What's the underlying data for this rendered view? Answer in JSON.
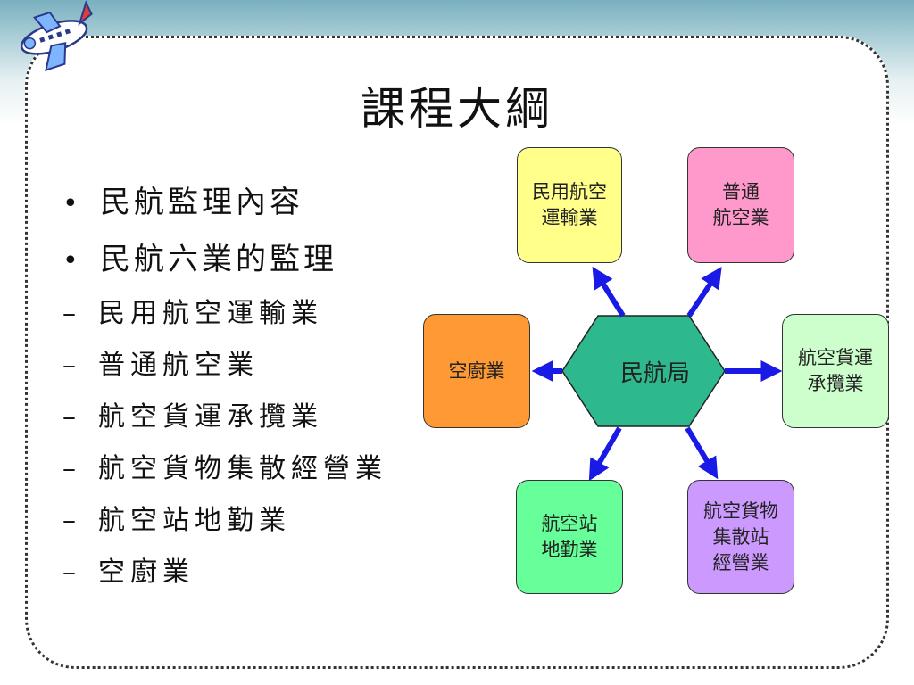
{
  "slide": {
    "title": "課程大綱",
    "bullets": [
      {
        "text": "民航監理內容"
      },
      {
        "text": "民航六業的監理"
      }
    ],
    "sub_bullets": [
      {
        "text": "民用航空運輸業"
      },
      {
        "text": "普通航空業"
      },
      {
        "text": "航空貨運承攬業"
      },
      {
        "text": "航空貨物集散經營業"
      },
      {
        "text": "航空站地勤業"
      },
      {
        "text": "空廚業"
      }
    ],
    "bullet_symbol": "•",
    "dash_symbol": "–"
  },
  "diagram": {
    "center": {
      "label": "民航局",
      "color": "#2db88e"
    },
    "arrow_color": "#1a1ae6",
    "nodes": [
      {
        "id": "civil-air-transport",
        "label": "民用航空\n運輸業",
        "color": "#ffff8a"
      },
      {
        "id": "general-aviation",
        "label": "普通\n航空業",
        "color": "#ff99cc"
      },
      {
        "id": "air-freight-forwarding",
        "label": "航空貨運\n承攬業",
        "color": "#ccffcc"
      },
      {
        "id": "air-cargo-terminal",
        "label": "航空貨物\n集散站\n經營業",
        "color": "#cc99ff"
      },
      {
        "id": "ground-handling",
        "label": "航空站\n地勤業",
        "color": "#66ff99"
      },
      {
        "id": "catering",
        "label": "空廚業",
        "color": "#ff9933"
      }
    ]
  }
}
